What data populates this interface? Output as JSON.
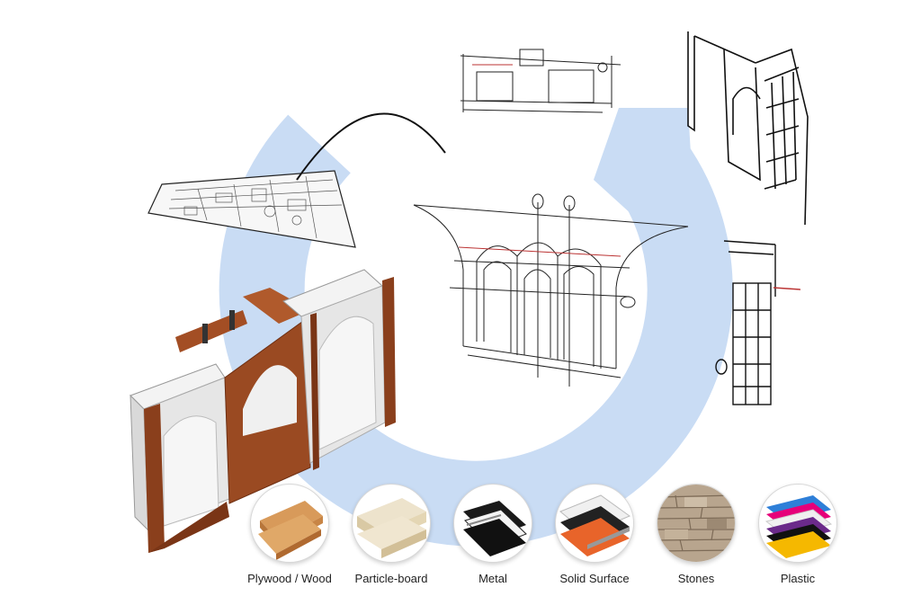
{
  "materials": {
    "items": [
      {
        "label": "Plywood / Wood",
        "icon": "plywood-icon"
      },
      {
        "label": "Particle-board",
        "icon": "particle-board-icon"
      },
      {
        "label": "Metal",
        "icon": "metal-icon"
      },
      {
        "label": "Solid Surface",
        "icon": "solid-surface-icon"
      },
      {
        "label": "Stones",
        "icon": "stones-icon"
      },
      {
        "label": "Plastic",
        "icon": "plastic-icon"
      }
    ]
  },
  "colors": {
    "ring": "#c9dcf4",
    "wood": "#8a3f1c",
    "panel": "#e9e9e9",
    "line": "#111111"
  }
}
